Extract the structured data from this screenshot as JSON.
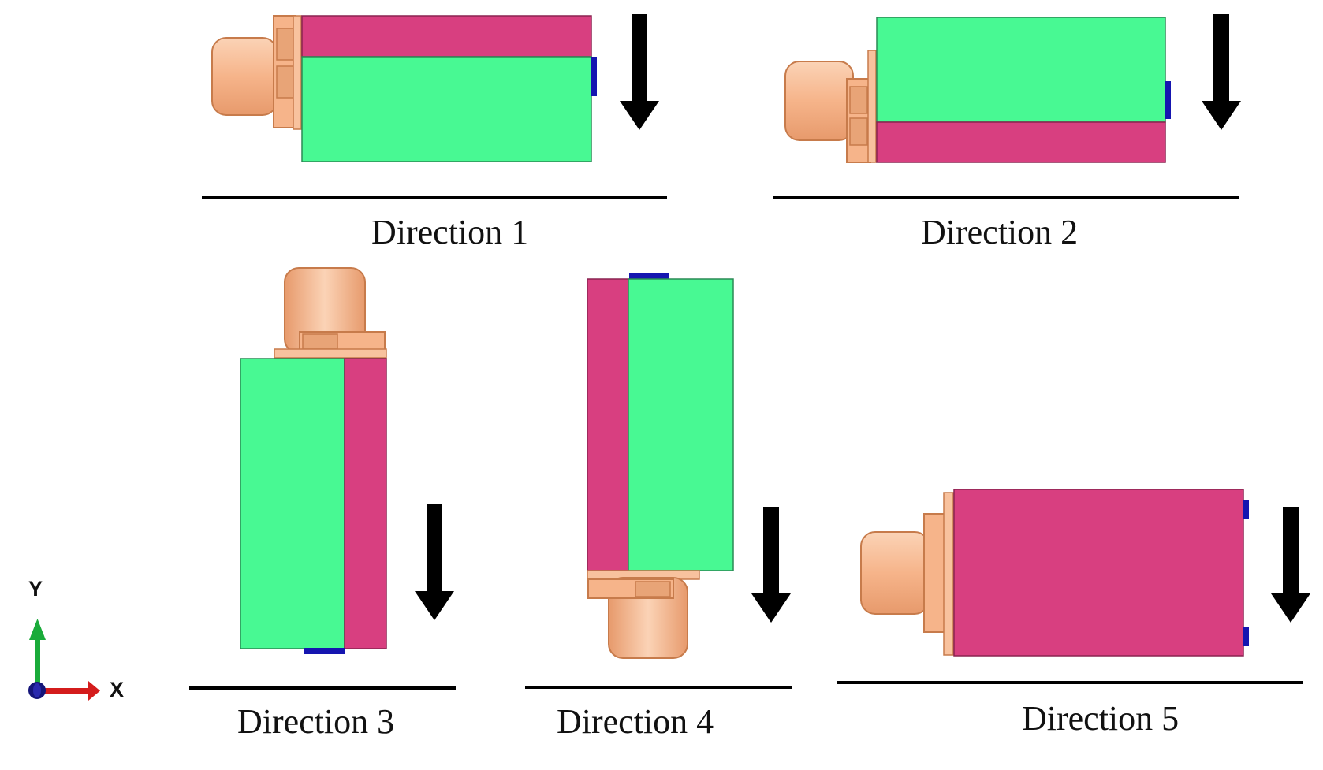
{
  "colors": {
    "green_face": "#48f993",
    "pink_face": "#d83f80",
    "copper": "#f6b48a",
    "copper_edge": "#c77b4b",
    "blue_tab": "#1515b0",
    "arrow": "#000000",
    "axis_y": "#1aab3a",
    "axis_x": "#d41c1c",
    "axis_origin": "#15157a"
  },
  "panels": [
    {
      "id": "direction-1",
      "label": "Direction 1",
      "gravity_arrow": "down"
    },
    {
      "id": "direction-2",
      "label": "Direction 2",
      "gravity_arrow": "down"
    },
    {
      "id": "direction-3",
      "label": "Direction 3",
      "gravity_arrow": "down"
    },
    {
      "id": "direction-4",
      "label": "Direction 4",
      "gravity_arrow": "down"
    },
    {
      "id": "direction-5",
      "label": "Direction 5",
      "gravity_arrow": "down"
    }
  ],
  "axes": {
    "y_label": "Y",
    "x_label": "X"
  }
}
